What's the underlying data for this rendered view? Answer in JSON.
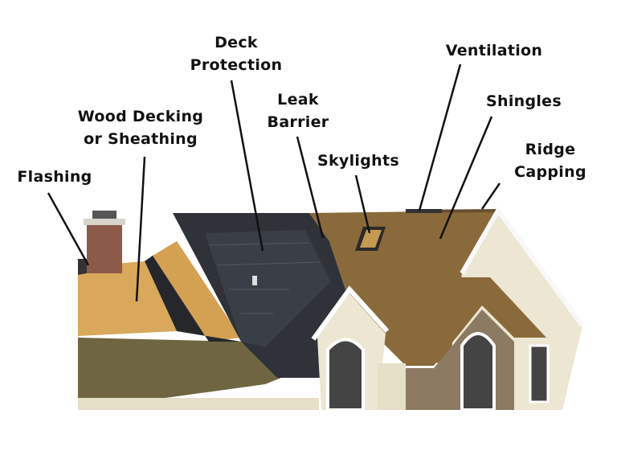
{
  "labels": {
    "deck_protection": [
      "Deck",
      "Protection"
    ],
    "wood_decking": [
      "Wood Decking",
      "or Sheathing"
    ],
    "flashing": [
      "Flashing"
    ],
    "leak_barrier": [
      "Leak",
      "Barrier"
    ],
    "skylights": [
      "Skylights"
    ],
    "ventilation": [
      "Ventilation"
    ],
    "shingles": [
      "Shingles"
    ],
    "ridge_capping": [
      "Ridge",
      "Capping"
    ]
  },
  "colors": {
    "shingle_brown": "#8a6a3a",
    "decking_wood": "#d9a85a",
    "deck_protection": "#2f3238",
    "leak_barrier": "#222428",
    "siding": "#ece6d2",
    "stone": "#8c7a62",
    "leader_line": "#111111"
  }
}
